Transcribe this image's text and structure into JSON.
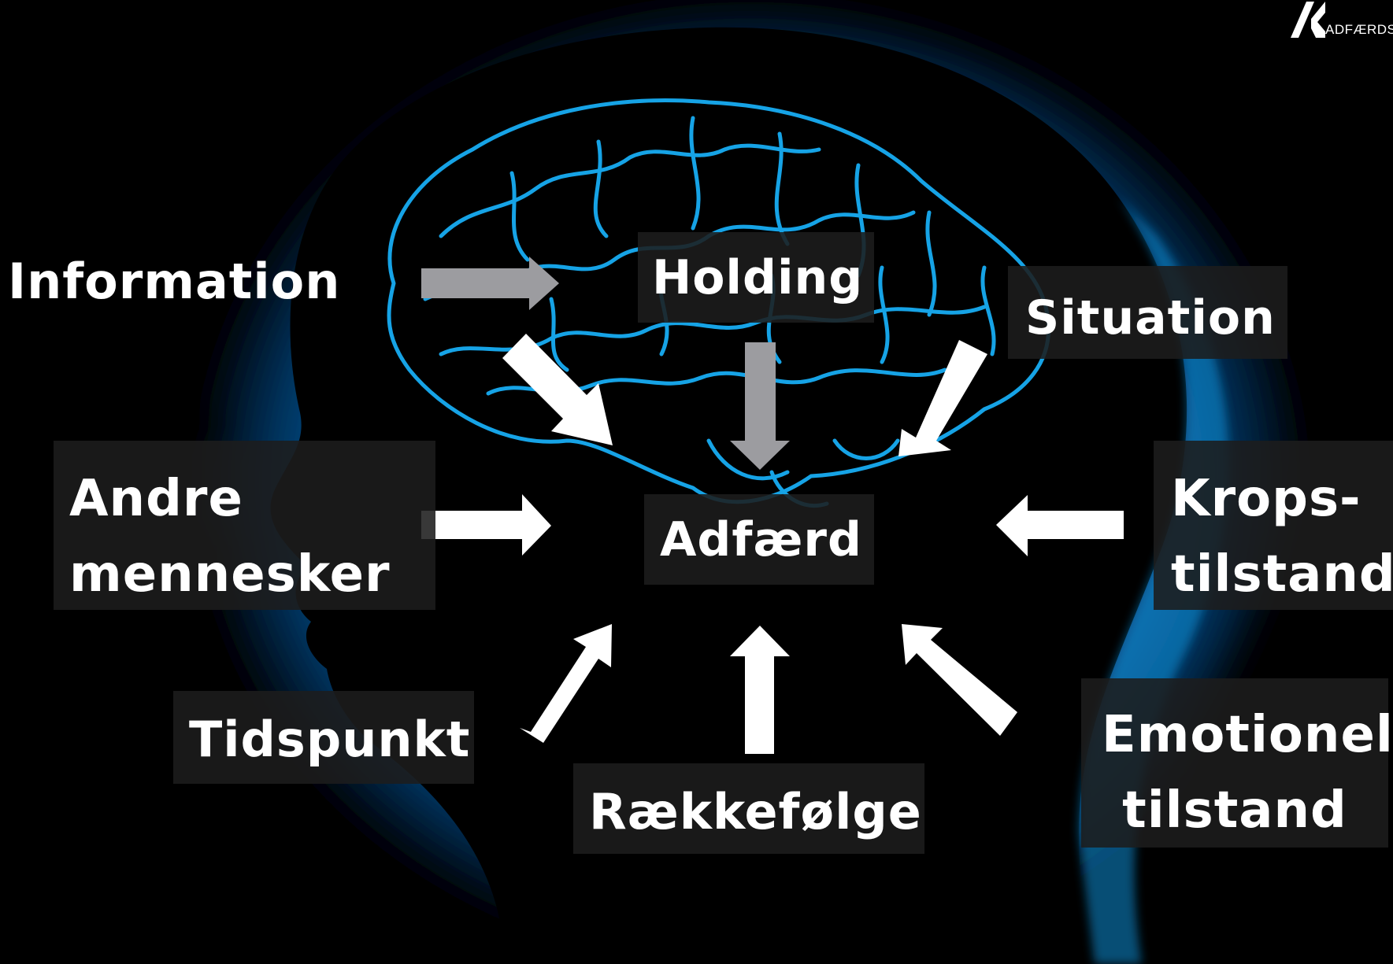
{
  "logo": {
    "text": "ADFÆRDSDE"
  },
  "nodes": {
    "information": "Information",
    "holding": "Holding",
    "situation": "Situation",
    "andre": [
      "Andre",
      "mennesker"
    ],
    "adfaerd": "Adfærd",
    "krops": [
      "Krops-",
      "tilstand"
    ],
    "tidspunkt": "Tidspunkt",
    "raekkefolge": "Rækkefølge",
    "emotionel": [
      "Emotionel",
      "tilstand"
    ]
  },
  "colors": {
    "background": "#000000",
    "head_glow": "#12a6ea",
    "brain": "#16a3e6",
    "arrow_white": "#ffffff",
    "arrow_grey": "#9c9ca0",
    "label_box": "#1c1c1c"
  }
}
